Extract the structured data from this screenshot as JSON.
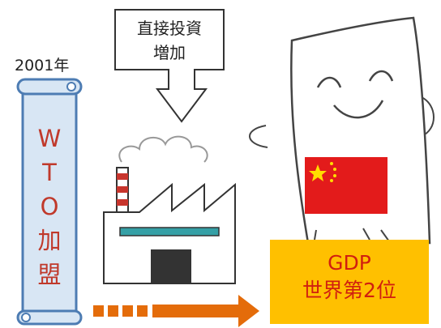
{
  "year": "2001年",
  "wto_label": [
    "W",
    "T",
    "O",
    "加",
    "盟"
  ],
  "callout": [
    "直接投資",
    "増加"
  ],
  "gdp": [
    "GDP",
    "世界第2位"
  ],
  "colors": {
    "scroll_fill": "#d8e6f4",
    "scroll_edge": "#4d7cb3",
    "scroll_text": "#c0392b",
    "gdp_box": "#ffc000",
    "gdp_text": "#d11f0f",
    "arrow": "#e46c0a",
    "flag_red": "#e31b1b",
    "flag_star": "#ffde00",
    "factory_window": "#35a0a6",
    "factory_door": "#333333",
    "chimney_red": "#c8352d"
  }
}
